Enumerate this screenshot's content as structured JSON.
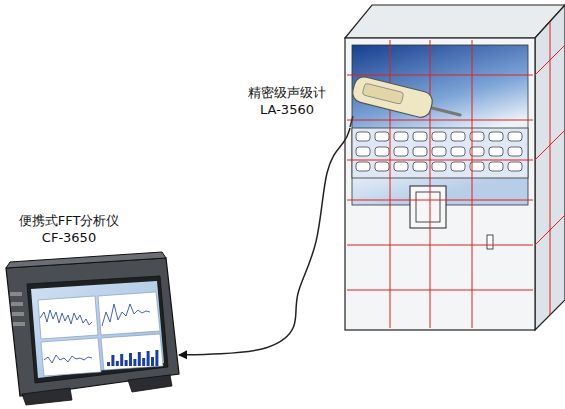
{
  "diagram": {
    "nodes": [
      {
        "text": [
          "便携式FFT分析仪",
          "CF-3650"
        ]
      },
      {
        "text": [
          "精密级声级计",
          "LA-3560"
        ]
      }
    ],
    "edges": [
      {
        "from": 1,
        "to": 0,
        "arrow": "to"
      }
    ]
  }
}
